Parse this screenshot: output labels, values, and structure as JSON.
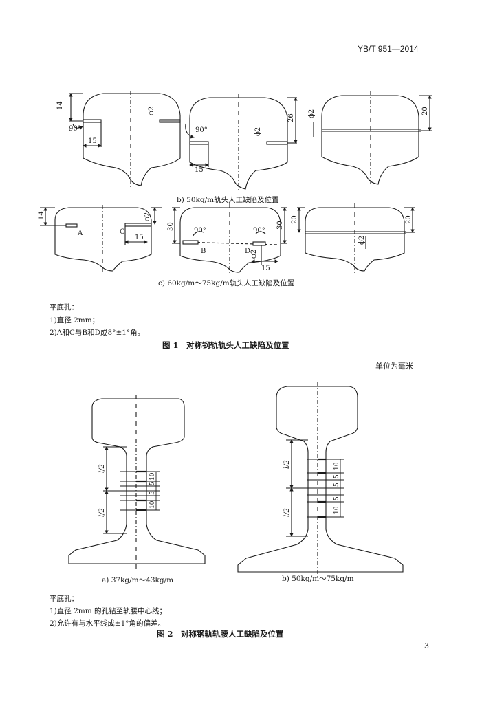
{
  "header": {
    "standard_number": "YB/T 951—2014"
  },
  "figure1": {
    "caption_b": "b) 50kg/m轨头人工缺陷及位置",
    "caption_c": "c) 60kg/m～75kg/m轨头人工缺陷及位置",
    "note_title": "平底孔：",
    "note_1": "1)直径 2mm；",
    "note_2": "2)A和C与B和D成8°±1°角。",
    "title": "图 1　对称钢轨轨头人工缺陷及位置",
    "labels": {
      "d14": "14",
      "d20": "20",
      "d26": "26",
      "d30": "30",
      "d15": "15",
      "d90": "90°",
      "phi2": "ϕ2",
      "A": "A",
      "B": "B",
      "C": "C",
      "D": "D"
    }
  },
  "units_note": "单位为毫米",
  "figure2": {
    "caption_a": "a) 37kg/m～43kg/m",
    "caption_b": "b) 50kg/m～75kg/m",
    "note_title": "平底孔：",
    "note_1": "1)直径 2mm 的孔钻至轨腰中心线；",
    "note_2": "2)允许有与水平线成±1°角的偏差。",
    "title": "图 2　对称钢轨轨腰人工缺陷及位置",
    "labels": {
      "half_l": "l/2",
      "d10": "10",
      "d5": "5"
    }
  },
  "page_number": "3"
}
